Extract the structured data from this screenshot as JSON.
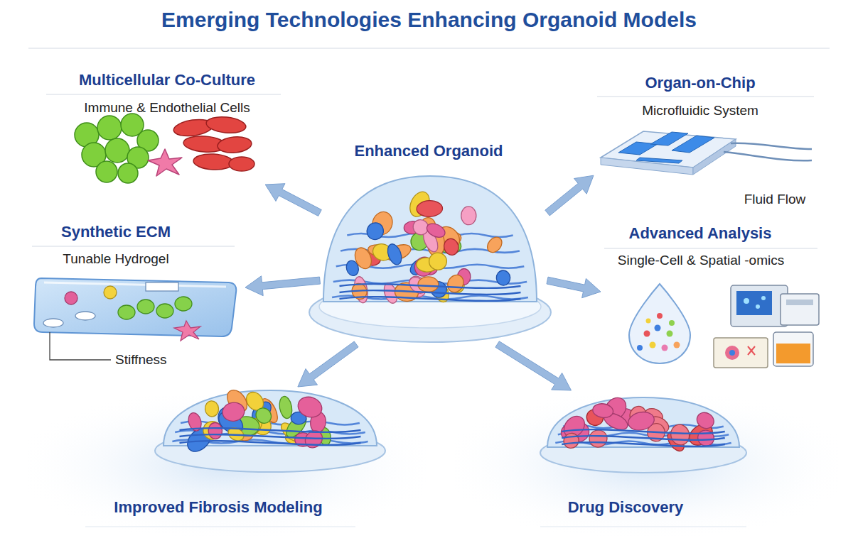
{
  "diagram": {
    "title": "Emerging Technologies Enhancing Organoid Models",
    "nodes": [
      {
        "text": [
          "Multicellular Co-Culture",
          "Immune & Endothelial Cells"
        ]
      },
      {
        "text": [
          "Organ-on-Chip",
          "Microfluidic System"
        ]
      },
      {
        "text": [
          "Enhanced Organoid"
        ]
      },
      {
        "text": [
          "Synthetic ECM",
          "Tunable Hydrogel"
        ]
      },
      {
        "text": [
          "Advanced Analysis",
          "Single-Cell & Spatial -omics"
        ]
      },
      {
        "text": [
          "Improved Fibrosis Modeling"
        ]
      },
      {
        "text": [
          "Drug Discovery"
        ]
      }
    ],
    "edges": [
      {
        "from": 2,
        "to": 0,
        "arrow": "to"
      },
      {
        "from": 2,
        "to": 1,
        "arrow": "to"
      },
      {
        "from": 2,
        "to": 3,
        "arrow": "to"
      },
      {
        "from": 2,
        "to": 4,
        "arrow": "to"
      },
      {
        "from": 2,
        "to": 5,
        "arrow": "to"
      },
      {
        "from": 2,
        "to": 6,
        "arrow": "to"
      }
    ],
    "labels": [
      "Fluid Flow",
      "Stiffness"
    ]
  }
}
